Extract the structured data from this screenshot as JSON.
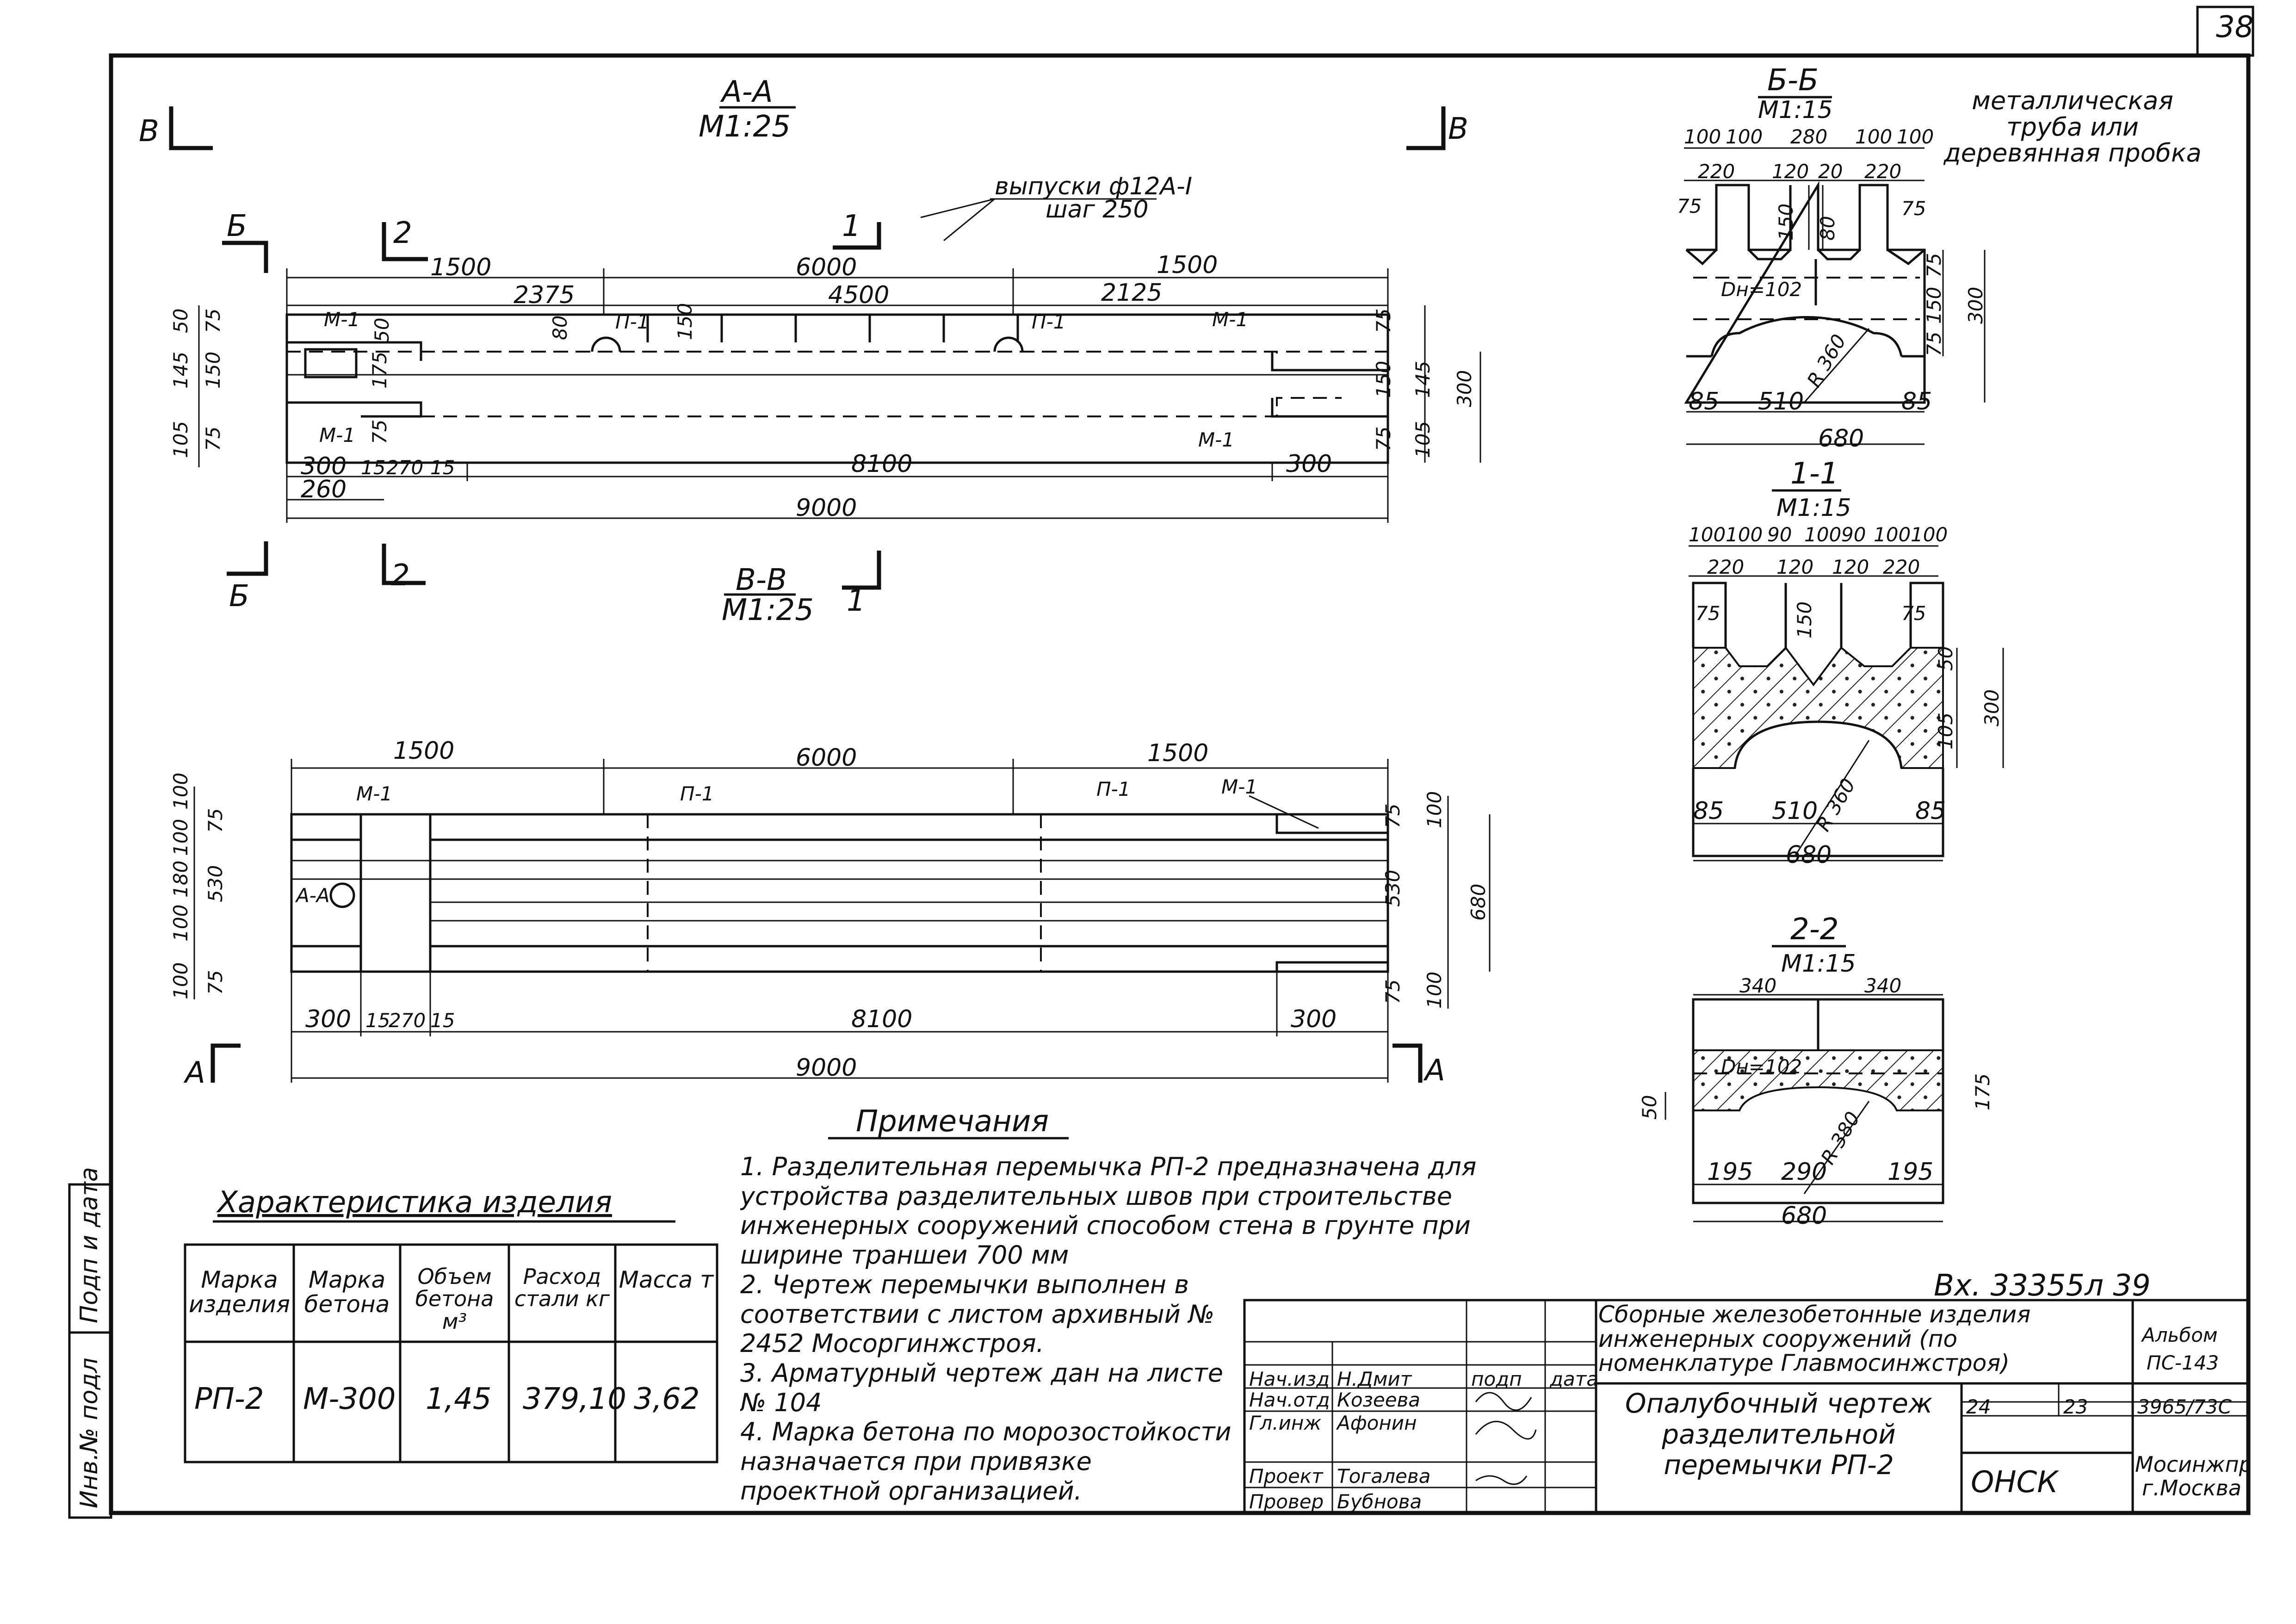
{
  "sheet": {
    "page_number": "38",
    "doc_code": "Вх. 33355л 39"
  },
  "view_aa": {
    "title": "А-А",
    "scale": "М1:25",
    "cut_marks": {
      "b": "Б",
      "v": "В",
      "one": "1",
      "two": "2"
    },
    "callout_outlets": "выпуски ф12А-I",
    "callout_step": "шаг 250",
    "parts": {
      "m1": "М-1",
      "p1": "П-1"
    },
    "dims_top": [
      "1500",
      "6000",
      "1500"
    ],
    "dims_second": [
      "2375",
      "4500",
      "2125"
    ],
    "dims_left": [
      "50",
      "75",
      "145",
      "150",
      "105",
      "75"
    ],
    "dims_inner": [
      "50",
      "80",
      "150",
      "175",
      "75"
    ],
    "dims_right": [
      "75",
      "150",
      "145",
      "75",
      "105",
      "300"
    ],
    "dims_bottom": [
      "300",
      "15",
      "270",
      "15",
      "8100",
      "300"
    ],
    "dim_260": "260",
    "dim_total": "9000"
  },
  "view_vv": {
    "title": "В-В",
    "scale": "М1:25",
    "cut_a": "А",
    "parts": {
      "m1": "М-1",
      "p1": "П-1"
    },
    "dims_top": [
      "1500",
      "6000",
      "1500"
    ],
    "dims_left": [
      "100",
      "75",
      "100",
      "180",
      "530",
      "100",
      "100",
      "75"
    ],
    "dims_right": [
      "75",
      "100",
      "530",
      "680",
      "75",
      "100"
    ],
    "dims_bottom": [
      "300",
      "15",
      "270",
      "15",
      "8100",
      "300"
    ],
    "dim_total": "9000"
  },
  "section_bb": {
    "title": "Б-Б",
    "scale": "М1:15",
    "pipe_note": "металлическая труба или деревянная пробка",
    "dims_top1": [
      "100",
      "100",
      "280",
      "100",
      "100"
    ],
    "dims_top2": [
      "220",
      "120",
      "20",
      "220"
    ],
    "dims_inner": [
      "75",
      "150",
      "80",
      "75"
    ],
    "dn": "Dн=102",
    "dims_right": [
      "75",
      "150",
      "75",
      "300"
    ],
    "radius": "R 360",
    "dims_bottom": [
      "85",
      "510",
      "85"
    ],
    "dim_total": "680"
  },
  "section_11": {
    "title": "1-1",
    "scale": "М1:15",
    "dims_top1": [
      "100",
      "100",
      "90",
      "100",
      "90",
      "100",
      "100"
    ],
    "dims_top2": [
      "220",
      "120",
      "120",
      "220"
    ],
    "dims_inner": [
      "75",
      "150",
      "75"
    ],
    "dims_right": [
      "50",
      "105",
      "300"
    ],
    "radius": "R 360",
    "dims_bottom": [
      "85",
      "510",
      "85"
    ],
    "dim_total": "680"
  },
  "section_22": {
    "title": "2-2",
    "scale": "М1:15",
    "dims_top": [
      "340",
      "340"
    ],
    "dn": "Dн=102",
    "dims_left": [
      "50"
    ],
    "dim_right": "175",
    "radius": "R 380",
    "dims_bottom": [
      "195",
      "290",
      "195"
    ],
    "dim_total": "680"
  },
  "characteristics": {
    "title": "Характеристика изделия",
    "headers": [
      "Марка изделия",
      "Марка бетона",
      "Объем бетона м³",
      "Расход стали кг",
      "Масса т"
    ],
    "row": [
      "РП-2",
      "М-300",
      "1,45",
      "379,10",
      "3,62"
    ]
  },
  "notes": {
    "title": "Примечания",
    "items": [
      "1. Разделительная перемычка РП-2 предназначена для устройства разделительных швов при строительстве инженерных сооружений способом стена в грунте при ширине траншеи 700 мм",
      "2. Чертеж перемычки выполнен в соответствии с листом архивный № 2452 Мосоргинжстроя.",
      "3. Арматурный чертеж дан на листе № 104",
      "4. Марка бетона по морозостойкости назначается при привязке проектной организацией."
    ]
  },
  "title_block": {
    "roles": [
      "Нач.отд",
      "Гл.инж",
      "Проект",
      "Провер"
    ],
    "names": [
      "Козеева",
      "Афонин",
      "Тогалева",
      "Бубнова"
    ],
    "header_cells": [
      "Нач.изд",
      "Н.Дмит",
      "подп",
      "дата"
    ],
    "product_text": "Сборные железобетонные изделия инженерных сооружений (по номенклатуре Главмосинжстроя)",
    "album_label": "Альбом",
    "album": "ПС-143",
    "sheet_labels": [
      "",
      "24",
      "23",
      "3965/73С"
    ],
    "drawing_title": "Опалубочный чертеж разделительной перемычки РП-2",
    "stage": "ОНСК",
    "org": "Мосинжпроект г.Москва"
  },
  "side_stamp": [
    "Инв.№ подл",
    "Подп и дата"
  ]
}
